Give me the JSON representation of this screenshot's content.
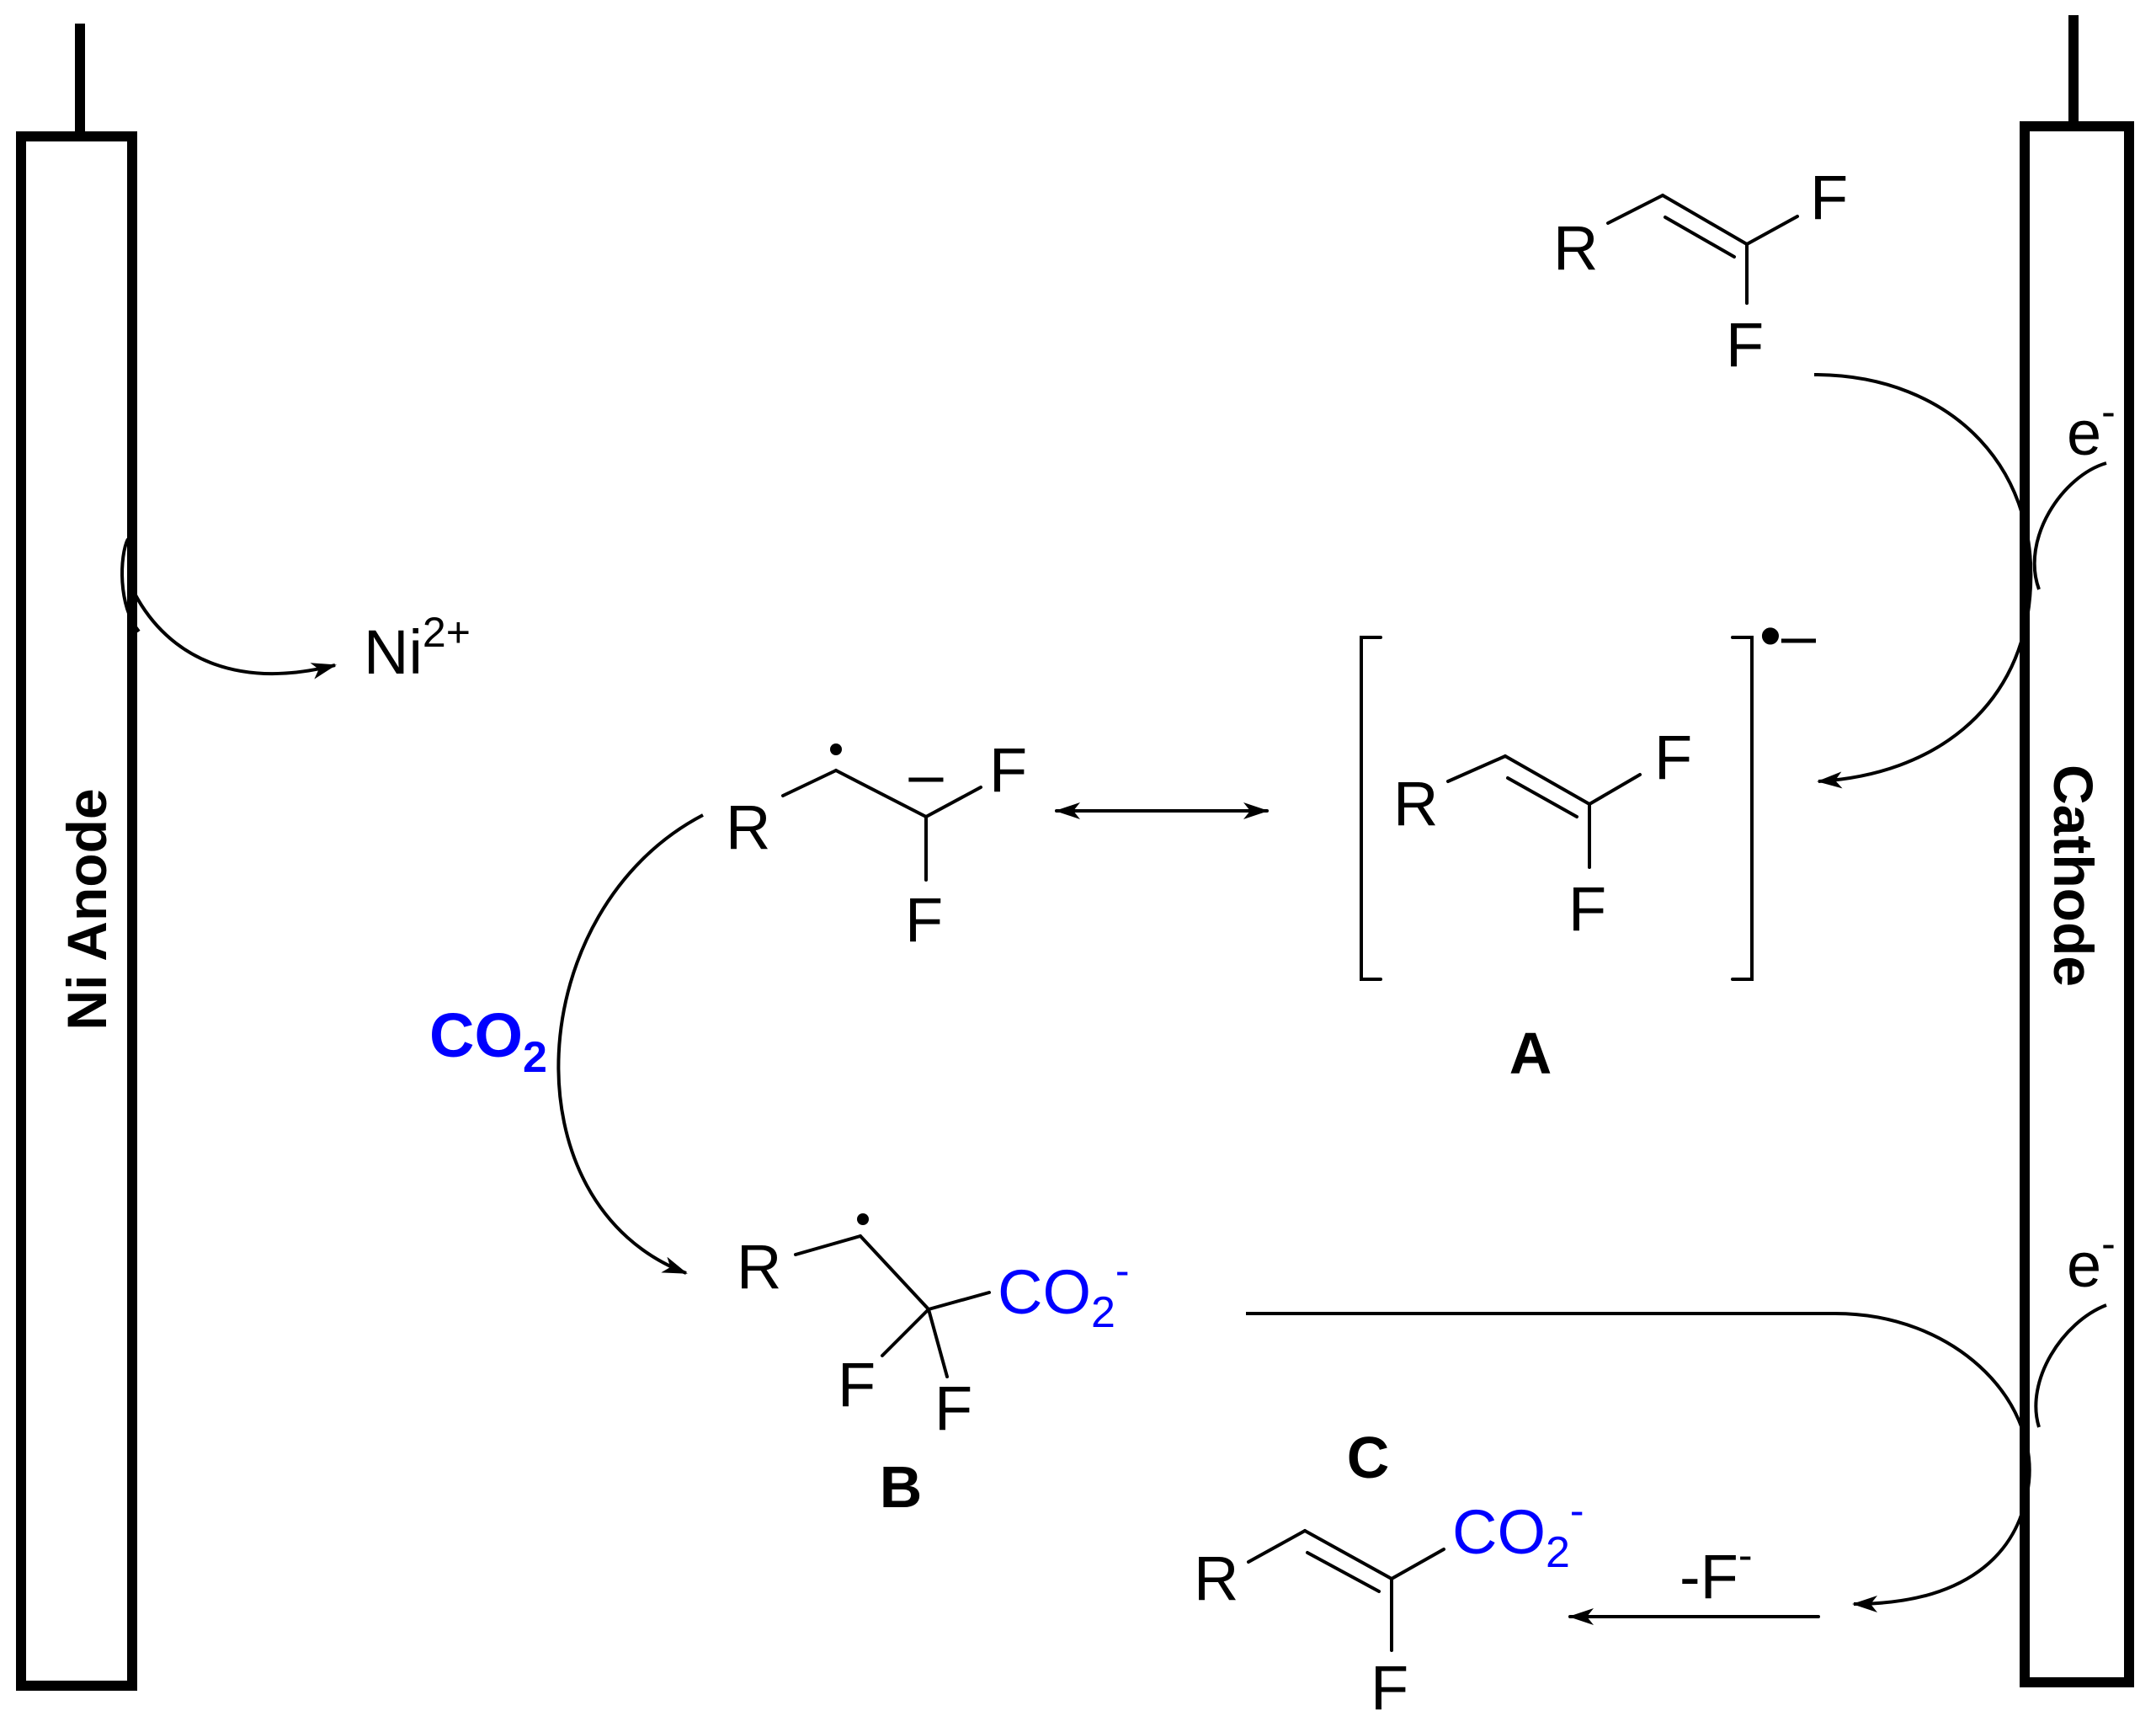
{
  "electrodes": {
    "anode_label": "Ni Anode",
    "cathode_label": "Cathode"
  },
  "species": {
    "ni_ion": "Ni",
    "ni_charge": "2+",
    "electron": "e",
    "electron_charge": "-",
    "substituent_r": "R",
    "fluorine": "F",
    "co2_label": "CO",
    "co2_sub": "2",
    "carboxylate": "CO",
    "carboxylate_sub": "2",
    "carboxylate_charge": "-",
    "fluoride_loss": "-F",
    "fluoride_charge": "-",
    "radical_anion_charge": "•–",
    "anion_charge": "–"
  },
  "compound_labels": {
    "a": "A",
    "b": "B",
    "c": "C"
  },
  "colors": {
    "co2": "#0000ff",
    "ink": "#000000"
  }
}
